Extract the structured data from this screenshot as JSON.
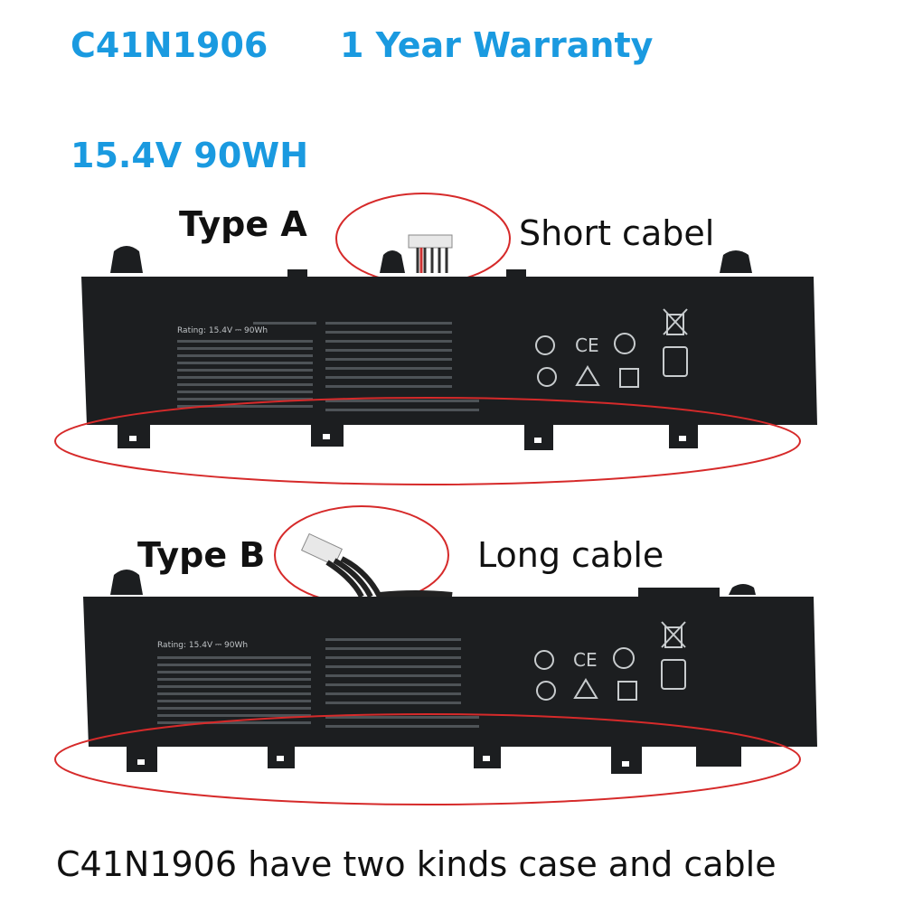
{
  "header": {
    "model": "C41N1906",
    "warranty": "1 Year Warranty",
    "spec": "15.4V 90WH"
  },
  "type_a": {
    "label": "Type A",
    "cable_label": "Short cabel",
    "rating": "Rating: 15.4V ⎓ 90Wh"
  },
  "type_b": {
    "label": "Type B",
    "cable_label": "Long cable",
    "rating": "Rating: 15.4V ⎓ 90Wh"
  },
  "caption": "C41N1906 have two kinds case and cable",
  "colors": {
    "header_blue": "#1a9ae0",
    "ellipse_red": "#d62a2a",
    "battery_body": "#1c1e20"
  },
  "icons": [
    "ce-mark-icon",
    "recycle-bin-icon",
    "li-ion-icon",
    "warning-icon"
  ]
}
